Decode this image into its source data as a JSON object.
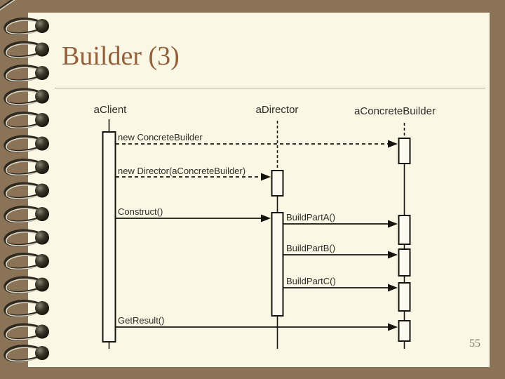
{
  "slide": {
    "title": "Builder (3)",
    "page_number": "55"
  },
  "colors": {
    "background": "#8b7357",
    "paper": "#faf8e5",
    "title_text": "#94603b",
    "diagram_ink": "#15140f",
    "label_text": "#2f2d26",
    "page_number_text": "#87796a"
  },
  "diagram": {
    "type": "uml-sequence-diagram",
    "lifelines": [
      {
        "label": "aClient"
      },
      {
        "label": "aDirector"
      },
      {
        "label": "aConcreteBuilder"
      }
    ],
    "messages": [
      {
        "label": "new ConcreteBuilder",
        "from": "aClient",
        "to": "aConcreteBuilder",
        "line": "dashed"
      },
      {
        "label": "new Director(aConcreteBuilder)",
        "from": "aClient",
        "to": "aDirector",
        "line": "dashed"
      },
      {
        "label": "Construct()",
        "from": "aClient",
        "to": "aDirector",
        "line": "solid"
      },
      {
        "label": "BuildPartA()",
        "from": "aDirector",
        "to": "aConcreteBuilder",
        "line": "solid"
      },
      {
        "label": "BuildPartB()",
        "from": "aDirector",
        "to": "aConcreteBuilder",
        "line": "solid"
      },
      {
        "label": "BuildPartC()",
        "from": "aDirector",
        "to": "aConcreteBuilder",
        "line": "solid"
      },
      {
        "label": "GetResult()",
        "from": "aClient",
        "to": "aConcreteBuilder",
        "line": "solid"
      }
    ]
  }
}
